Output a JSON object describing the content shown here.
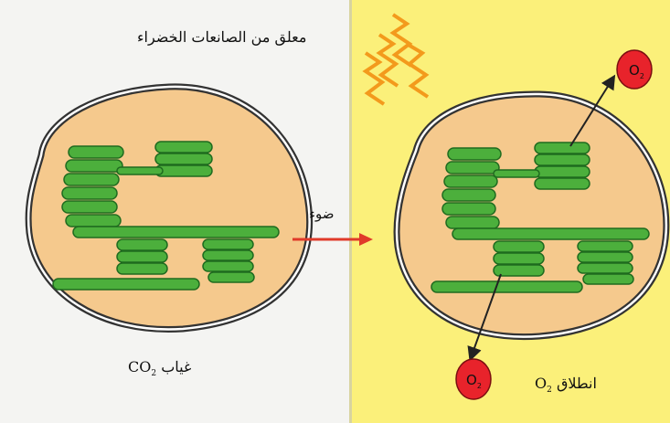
{
  "title": "معلق من الصانعات الخضراء",
  "light_label": "ضوء",
  "left_caption": {
    "word": "غياب",
    "molecule": "CO",
    "subscript": "2"
  },
  "right_caption": {
    "word": "انطلاق",
    "molecule": "O",
    "subscript": "2"
  },
  "bubble": {
    "letter": "O",
    "subscript": "2"
  },
  "colors": {
    "left_background": "#f4f4f2",
    "right_background": "#fbf07a",
    "stroma": "#f5c98d",
    "thylakoid": "#4caf3c",
    "bubble": "#e8232b",
    "light_bolt": "#f39a1c",
    "arrow": "#e03a2a"
  },
  "icons": [
    "chloroplast-left",
    "chloroplast-right",
    "light-bolt-icon",
    "light-arrow-icon",
    "o2-bubble-top",
    "o2-bubble-bottom"
  ]
}
